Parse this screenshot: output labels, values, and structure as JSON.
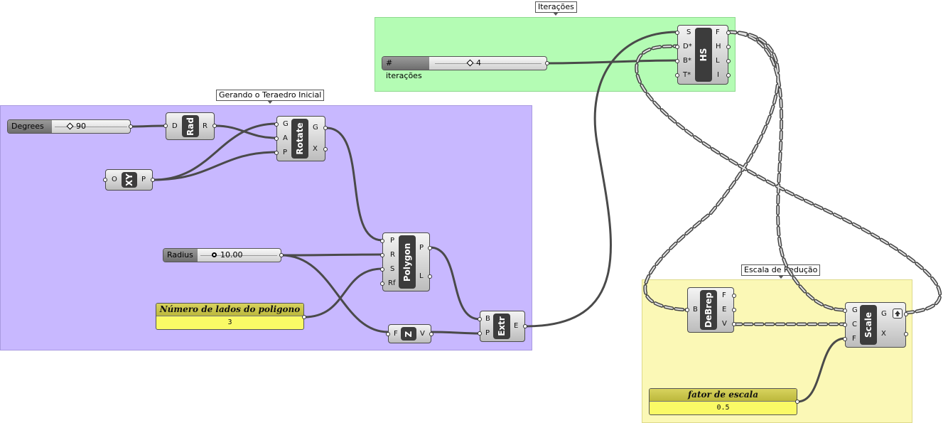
{
  "groups": {
    "tetra": "Gerando o Teraedro Inicial",
    "iter": "Iterações",
    "scale": "Escala de Redução"
  },
  "components": {
    "rad": {
      "name": "Rad",
      "inputs": [
        "D"
      ],
      "outputs": [
        "R"
      ]
    },
    "rotate": {
      "name": "Rotate",
      "inputs": [
        "G",
        "A",
        "P"
      ],
      "outputs": [
        "G",
        "X"
      ]
    },
    "xy": {
      "name": "XY",
      "inputs": [
        "O"
      ],
      "outputs": [
        "P"
      ]
    },
    "polygon": {
      "name": "Polygon",
      "inputs": [
        "P",
        "R",
        "S",
        "Rf"
      ],
      "outputs": [
        "P",
        "L"
      ]
    },
    "z": {
      "name": "Z",
      "inputs": [
        "F"
      ],
      "outputs": [
        "V"
      ]
    },
    "extr": {
      "name": "Extr",
      "inputs": [
        "B",
        "P"
      ],
      "outputs": [
        "E"
      ]
    },
    "hs": {
      "name": "HS",
      "inputs": [
        "S",
        "D*",
        "B*",
        "T*"
      ],
      "outputs": [
        "F",
        "H",
        "L",
        "I"
      ]
    },
    "debrep": {
      "name": "DeBrep",
      "inputs": [
        "B"
      ],
      "outputs": [
        "F",
        "E",
        "V"
      ]
    },
    "scale": {
      "name": "Scale",
      "inputs": [
        "G",
        "C",
        "F"
      ],
      "outputs": [
        "G",
        "X"
      ]
    }
  },
  "sliders": {
    "degrees": {
      "label": "Degrees",
      "value": "90"
    },
    "radius": {
      "label": "Radius",
      "value": "10.00"
    },
    "iter": {
      "label": "# iterações",
      "value": "4"
    }
  },
  "panels": {
    "sides": {
      "title": "Número de lados do poligono",
      "value": "3"
    },
    "factor": {
      "title": "fator de escala",
      "value": "0.5"
    }
  },
  "colors": {
    "group_tetra": "#c8b8ff",
    "group_iter": "#b4fcb4",
    "group_scale": "#fbf8b6",
    "wire": "#4a4a4a",
    "panel_header": "#c9c44a",
    "panel_body": "#fafa66"
  }
}
